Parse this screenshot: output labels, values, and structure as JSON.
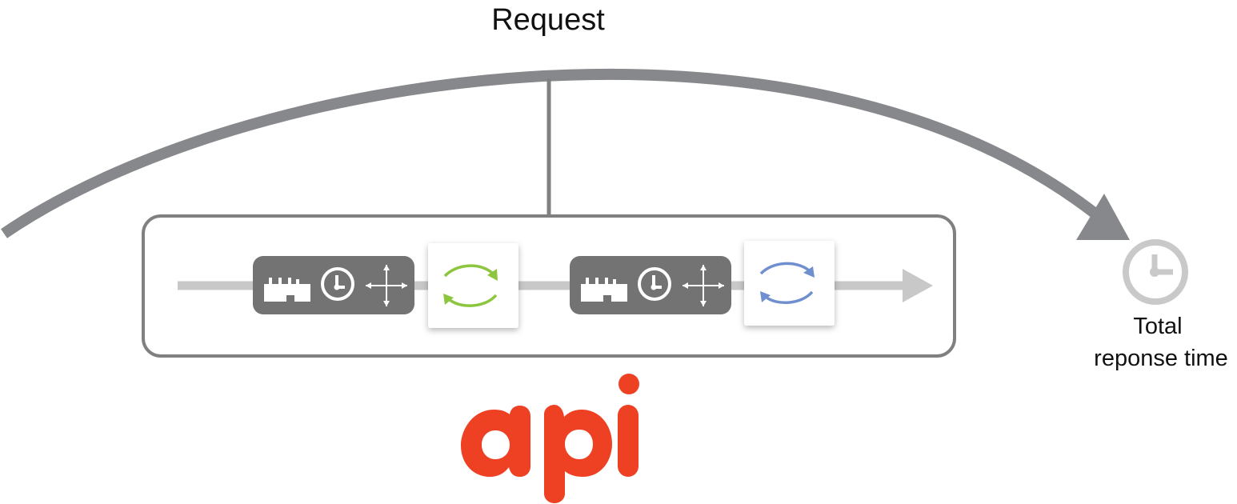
{
  "diagram": {
    "request_label": "Request",
    "response_label_line1": "Total",
    "response_label_line2": "reponse time",
    "logo_text": "api",
    "colors": {
      "arc": "#87888b",
      "frame": "#808080",
      "service_block": "#737373",
      "pipe": "#c8c8c8",
      "sync_green": "#8cc63f",
      "sync_blue": "#6f8fcf",
      "clock_ring": "#c9c9c9",
      "logo": "#ee4023"
    },
    "services": [
      {
        "icons": [
          "factory-icon",
          "clock-icon",
          "scale-arrows-icon"
        ]
      },
      {
        "icons": [
          "factory-icon",
          "clock-icon",
          "scale-arrows-icon"
        ]
      }
    ],
    "sync_cards": [
      {
        "icon": "sync-arrows-icon",
        "color": "green"
      },
      {
        "icon": "sync-arrows-icon",
        "color": "blue"
      }
    ]
  }
}
